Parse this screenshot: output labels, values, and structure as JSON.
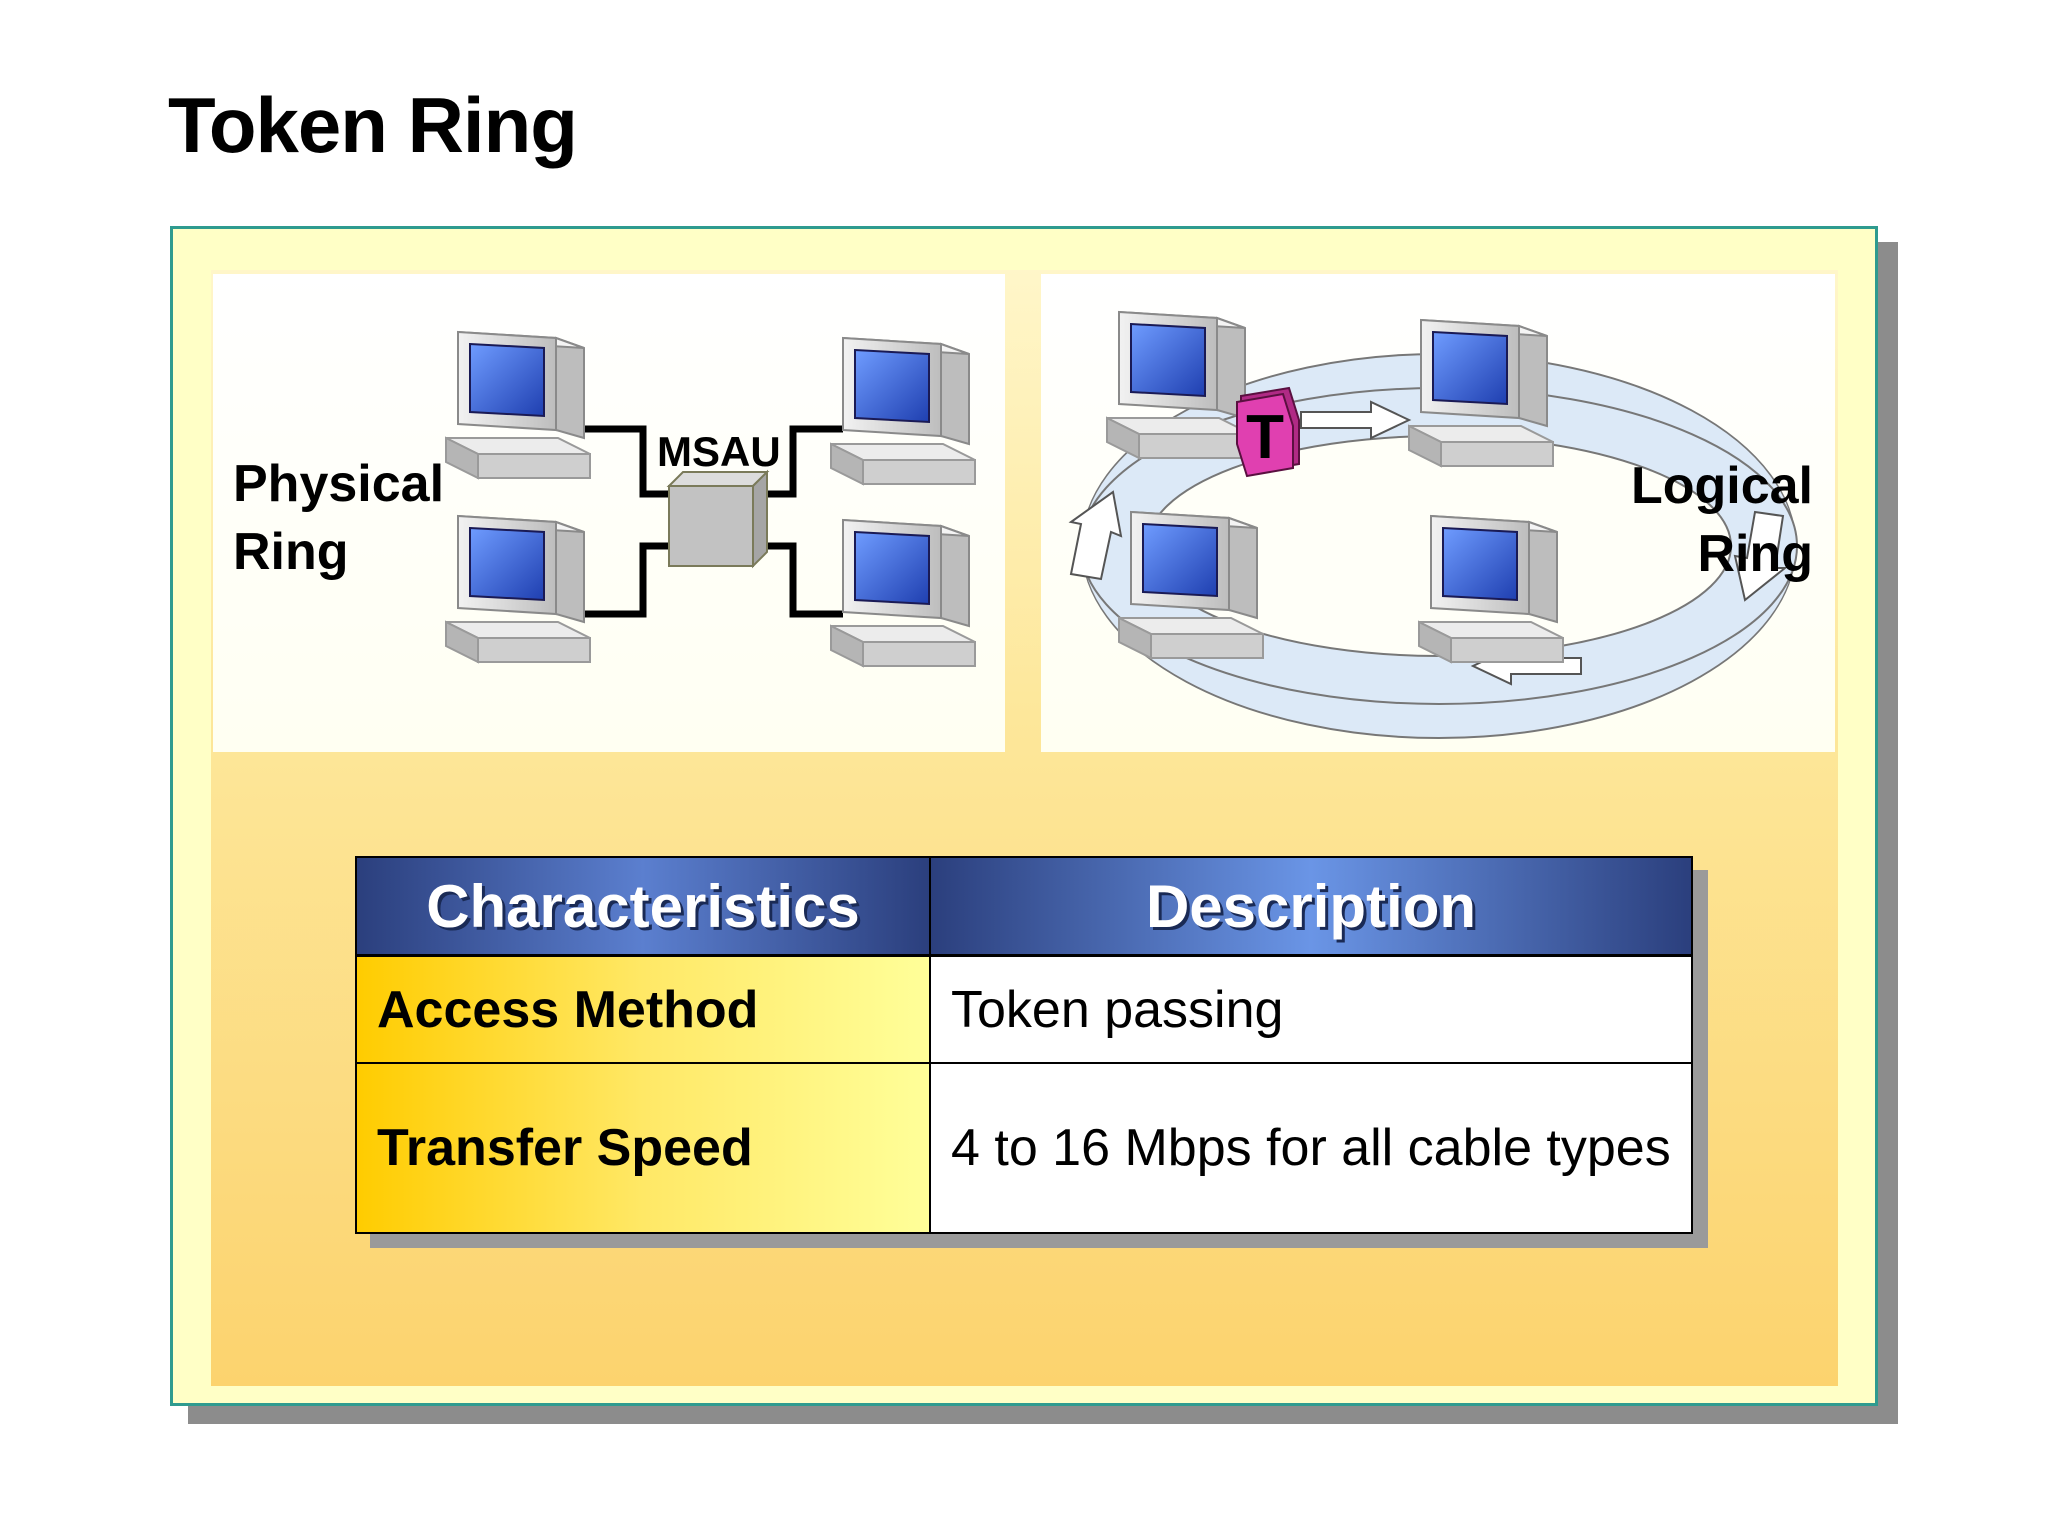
{
  "page": {
    "title": "Token Ring"
  },
  "diagram": {
    "physical": {
      "label_line1": "Physical",
      "label_line2": "Ring",
      "hub_label": "MSAU"
    },
    "logical": {
      "label_line1": "Logical",
      "label_line2": "Ring",
      "token_label": "T"
    }
  },
  "table": {
    "headers": [
      "Characteristics",
      "Description"
    ],
    "rows": [
      {
        "characteristic": "Access Method",
        "description": "Token passing"
      },
      {
        "characteristic": "Transfer Speed",
        "description": "4 to 16 Mbps for all cable types"
      }
    ]
  },
  "colors": {
    "frame_border": "#2f9b8f",
    "header_blue": "#2b3f7d",
    "key_yellow": "#ffcc00",
    "token_magenta": "#e040b0",
    "ring_blue": "#dce9f7"
  },
  "icons": [
    "computer-icon",
    "hub-icon",
    "token-icon",
    "ring-arrow-icon"
  ]
}
